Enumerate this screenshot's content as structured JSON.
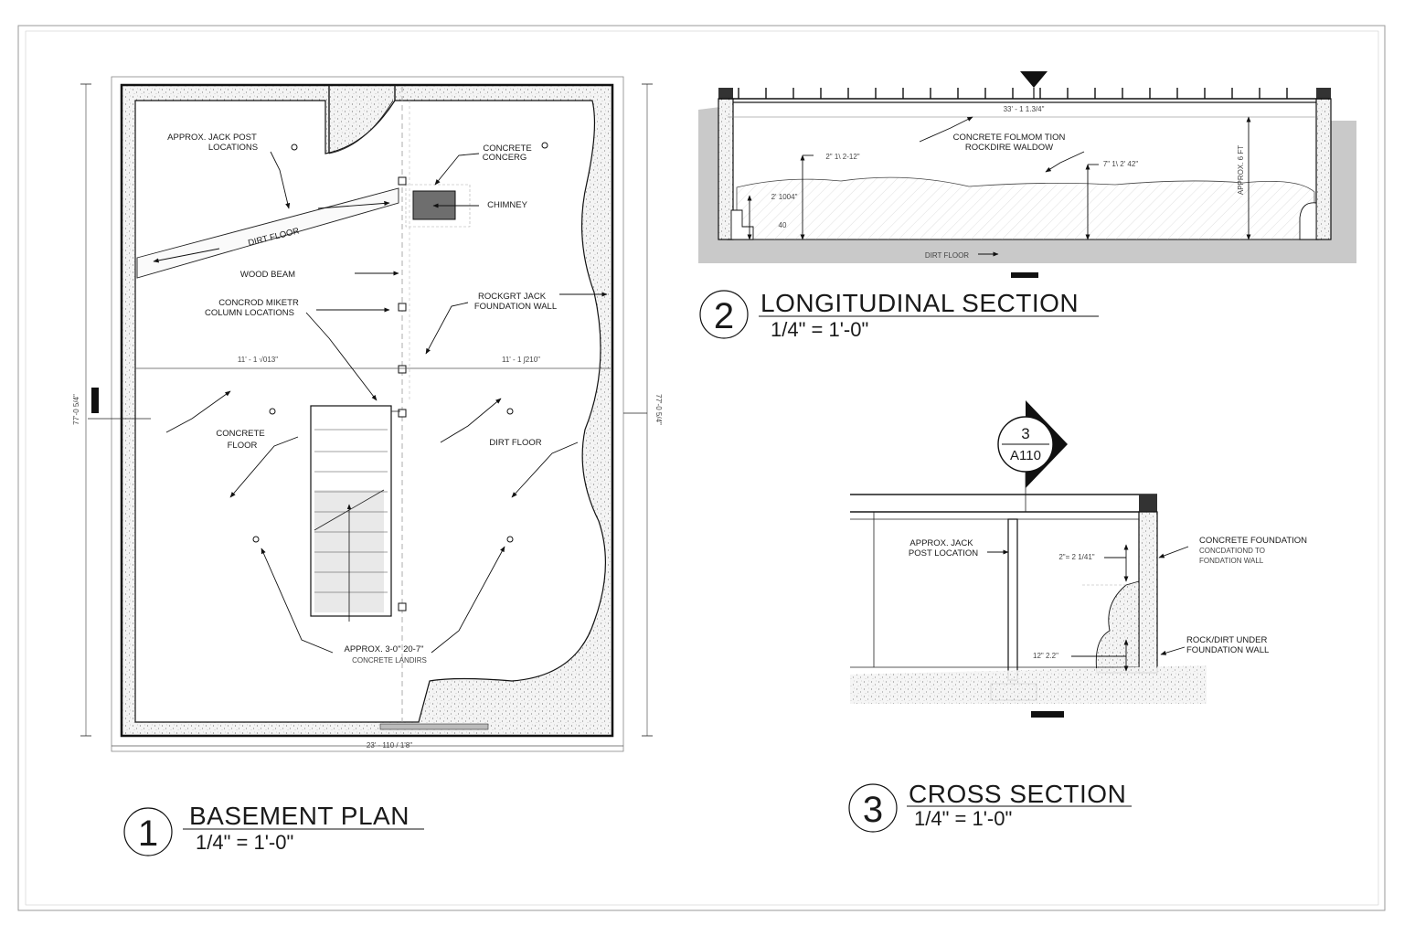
{
  "plan": {
    "notes": {
      "jack_post_1": "APPROX. JACK POST",
      "jack_post_2": "LOCATIONS",
      "concrete_1": "CONCRETE",
      "concrete_2": "CONCERG",
      "chimney": "CHIMNEY",
      "dirt_floor_beam": "DIRT FLOOR",
      "wood_beam": "WOOD BEAM",
      "column_1": "CONCROD MIKETR",
      "column_2": "COLUMN LOCATIONS",
      "rock_1": "ROCKGRT JACK",
      "rock_2": "FOUNDATION WALL",
      "concrete_floor_1": "CONCRETE",
      "concrete_floor_2": "FLOOR",
      "dirt_floor": "DIRT FLOOR",
      "landing_1": "APPROX. 3-0\" 20-7\"",
      "landing_2": "CONCRETE LANDIRS"
    },
    "dims": {
      "left_half": "11' - 1  √013\"",
      "right_half": "11' - 1  ∫210\"",
      "overall_width": "23' - 110 / 1'8\"",
      "left_height": "77'-0 5/4\"",
      "right_height": "77'-0 5/4\""
    },
    "title": "BASEMENT PLAN",
    "number": "1",
    "scale": "1/4\" = 1'-0\""
  },
  "longitudinal": {
    "notes": {
      "top_dim": "33' - 1  1.3/4\"",
      "foundation_1": "CONCRETE FOLMOM TION",
      "foundation_2": "ROCKDIRE WALDOW",
      "left_dim": "2\" 1\\ 2-12\"",
      "right_dim": "7\" 1\\ 2' 42\"",
      "small_dim": "2' 1004\"",
      "tiny_dim": "40",
      "height_dim": "APPROX. 6 FT",
      "dirt_floor": "DIRT FLOOR"
    },
    "title": "LONGITUDINAL SECTION",
    "number": "2",
    "scale": "1/4\" = 1'-0\""
  },
  "cross": {
    "callout_num": "3",
    "callout_sheet": "A110",
    "notes": {
      "jack_1": "APPROX. JACK",
      "jack_2": "POST LOCATION",
      "dim_1": "2\"= 2 1/41\"",
      "dim_2": "12\" 2.2\"",
      "foundation_1": "CONCRETE FOUNDATION",
      "foundation_2": "CONCDATIOND TO",
      "foundation_3": "FONDATION WALL",
      "rock_1": "ROCK/DIRT UNDER",
      "rock_2": "FOUNDATION WALL"
    },
    "title": "CROSS SECTION",
    "number": "3",
    "scale": "1/4\" = 1'-0\""
  }
}
